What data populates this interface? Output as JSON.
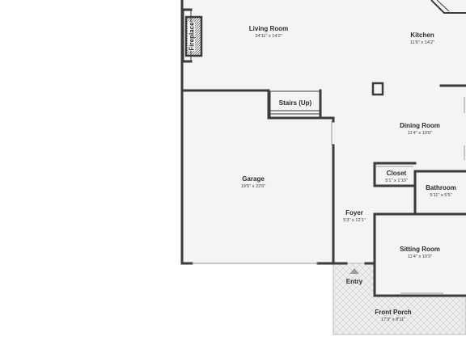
{
  "floorplan": {
    "rooms": [
      {
        "name": "Living Room",
        "dims": "24'11\" x 14'2\""
      },
      {
        "name": "Kitchen",
        "dims": "11'6\" x 14'2\""
      },
      {
        "name": "Stairs (Up)",
        "dims": ""
      },
      {
        "name": "Dining Room",
        "dims": "11'4\" x 10'0\""
      },
      {
        "name": "Garage",
        "dims": "19'5\" x 22'6\""
      },
      {
        "name": "Closet",
        "dims": "5'1\" x 1'10\""
      },
      {
        "name": "Bathroom",
        "dims": "5'11\" x 5'5\""
      },
      {
        "name": "Foyer",
        "dims": "5'3\" x 12'1\""
      },
      {
        "name": "Sitting Room",
        "dims": "11'4\" x 10'3\""
      },
      {
        "name": "Entry",
        "dims": ""
      },
      {
        "name": "Front Porch",
        "dims": "17'3\" x 8'11\""
      }
    ],
    "fixtures": {
      "fireplace": "Fireplace"
    },
    "colors": {
      "floor": "#f4f4f4",
      "wall": "#3b3b3b",
      "porch": "#ececec"
    }
  }
}
